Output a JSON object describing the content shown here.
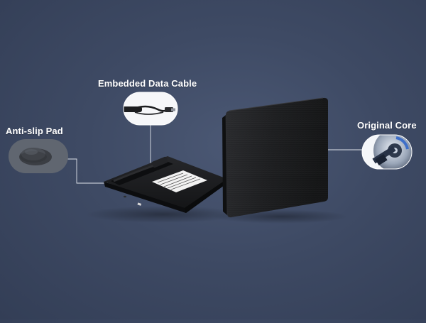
{
  "callouts": {
    "cable": {
      "label": "Embedded Data Cable",
      "icon": "usb-cable-icon"
    },
    "pad": {
      "label": "Anti-slip Pad",
      "icon": "rubber-foot-icon"
    },
    "core": {
      "label": "Original Core",
      "icon": "optical-drive-core-icon"
    }
  },
  "colors": {
    "background": "#3e4a64",
    "device": "#1c1c1e",
    "callout_line": "#dfe3ea",
    "label_text": "#ffffff"
  }
}
